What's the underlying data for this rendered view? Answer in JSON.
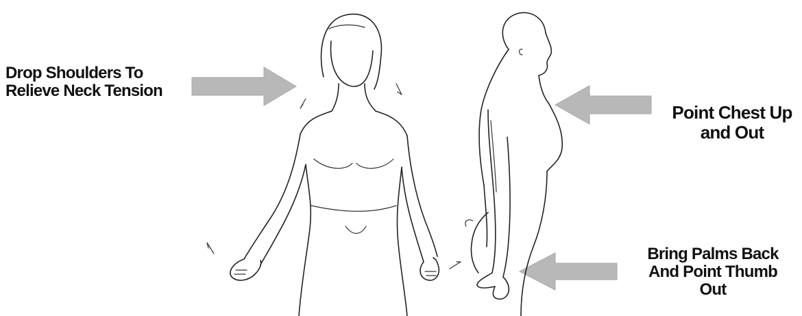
{
  "labels": {
    "neck": [
      "Drop Shoulders To",
      "Relieve Neck Tension"
    ],
    "chest": [
      "Point Chest Up",
      "and Out"
    ],
    "palms": [
      "Bring Palms Back",
      "And Point Thumb",
      "Out"
    ]
  },
  "colors": {
    "arrow_fill": "#b8b8b8",
    "line": "#222222",
    "text": "#111111",
    "background": "#ffffff"
  },
  "icons": {
    "front_figure": "woman-front-outline",
    "side_figure": "woman-side-outline",
    "arrow": "wide-grey-arrow"
  }
}
